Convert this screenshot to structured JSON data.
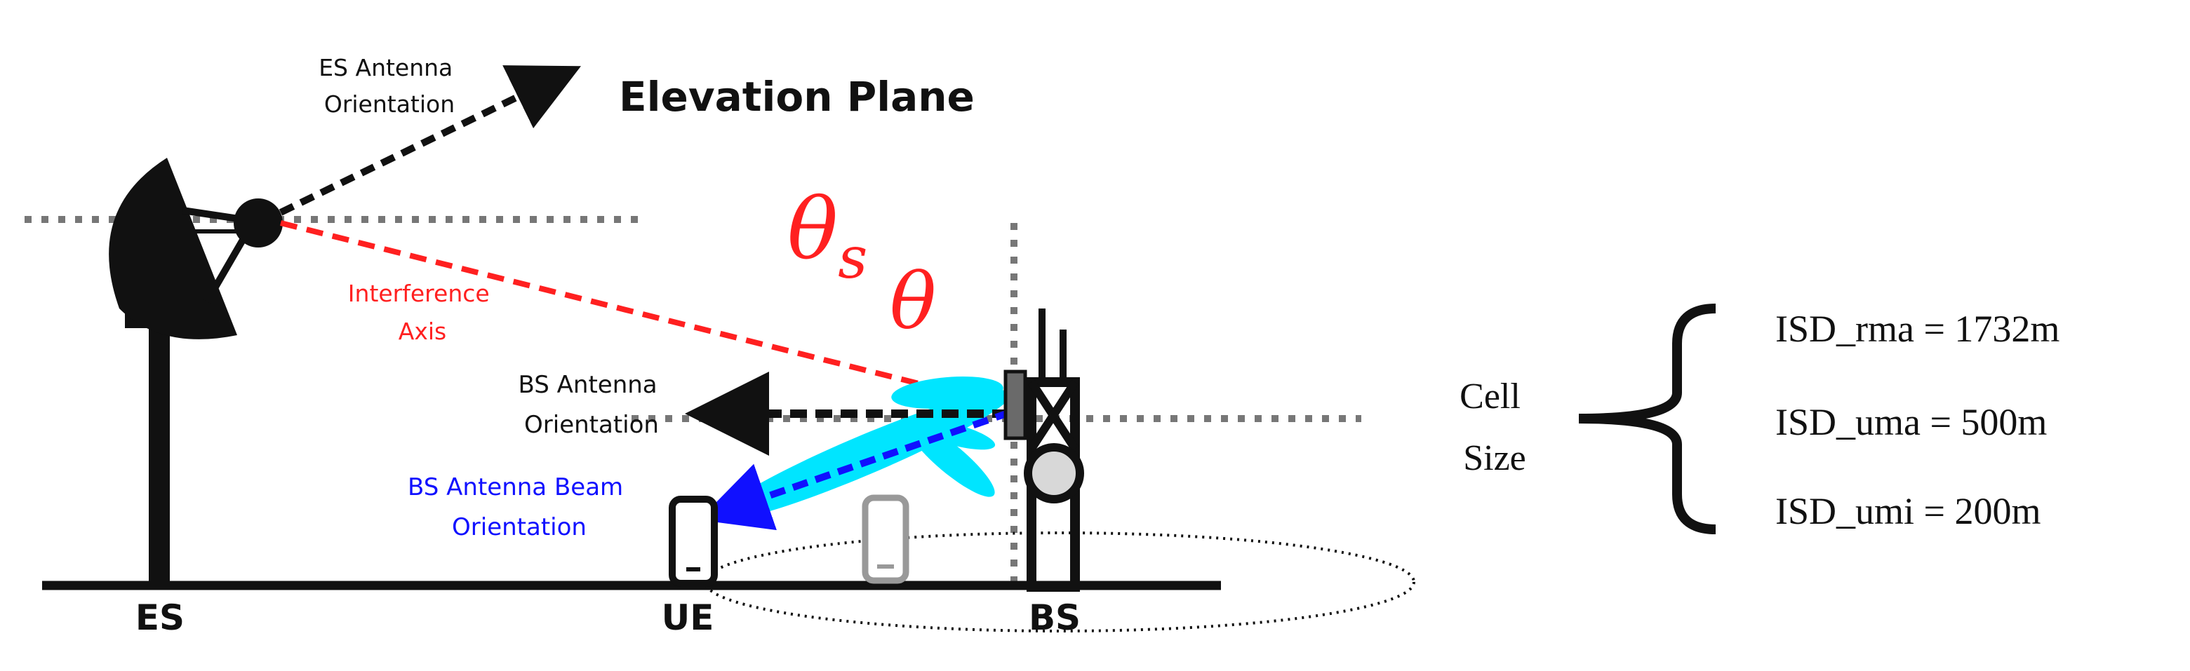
{
  "diagram": {
    "title": "Elevation Plane",
    "es_antenna_orientation": [
      "ES Antenna",
      "Orientation"
    ],
    "interference_axis": [
      "Interference",
      "Axis"
    ],
    "bs_antenna_orientation": [
      "BS Antenna",
      "Orientation"
    ],
    "bs_beam_orientation": [
      "BS Antenna Beam",
      "Orientation"
    ],
    "theta_s": "θ",
    "theta_s_subscript": "s",
    "theta": "θ",
    "ground_labels": {
      "es": "ES",
      "ue": "UE",
      "bs": "BS"
    }
  },
  "cell_size": {
    "label": [
      "Cell",
      "Size"
    ],
    "items": [
      "ISD_rma = 1732m",
      "ISD_uma = 500m",
      "ISD_umi = 200m"
    ]
  },
  "colors": {
    "interference": "#ff2020",
    "beam": "#1010ff",
    "beam_lobe": "#00e5ff",
    "reference_line": "#777777",
    "structure": "#111111"
  }
}
